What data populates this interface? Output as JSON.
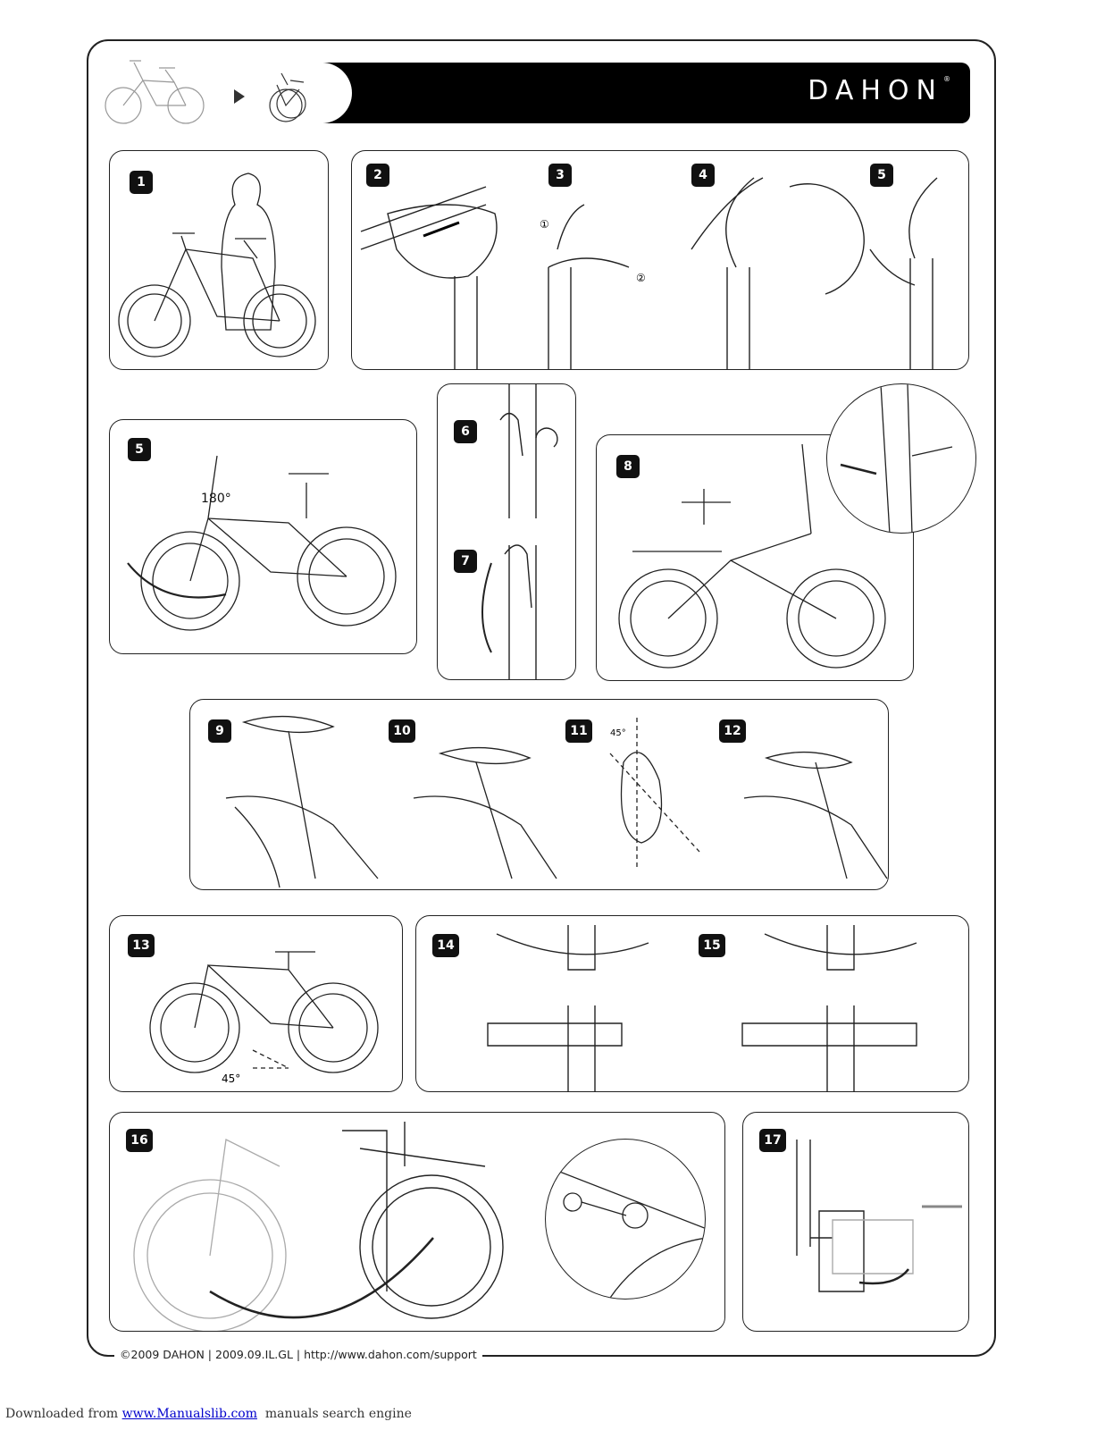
{
  "header": {
    "brand": "DAHON",
    "brand_mark": "®"
  },
  "steps": {
    "s1": "1",
    "s2": "2",
    "s3": "3",
    "s4": "4",
    "s5a": "5",
    "s5b": "5",
    "s6": "6",
    "s7": "7",
    "s8": "8",
    "s9": "9",
    "s10": "10",
    "s11": "11",
    "s12": "12",
    "s13": "13",
    "s14": "14",
    "s15": "15",
    "s16": "16",
    "s17": "17"
  },
  "annotations": {
    "rotate": "180°",
    "angle11": "45°",
    "angle13": "45°",
    "circled1": "①",
    "circled2": "②"
  },
  "footer": {
    "text": "©2009 DAHON | 2009.09.IL.GL | http://www.dahon.com/support"
  },
  "download": {
    "prefix": "Downloaded from",
    "link": "www.Manualslib.com",
    "suffix": "manuals search engine"
  },
  "icons": [
    "play-arrow-icon",
    "bike-unfolded-icon",
    "bike-folded-icon"
  ]
}
